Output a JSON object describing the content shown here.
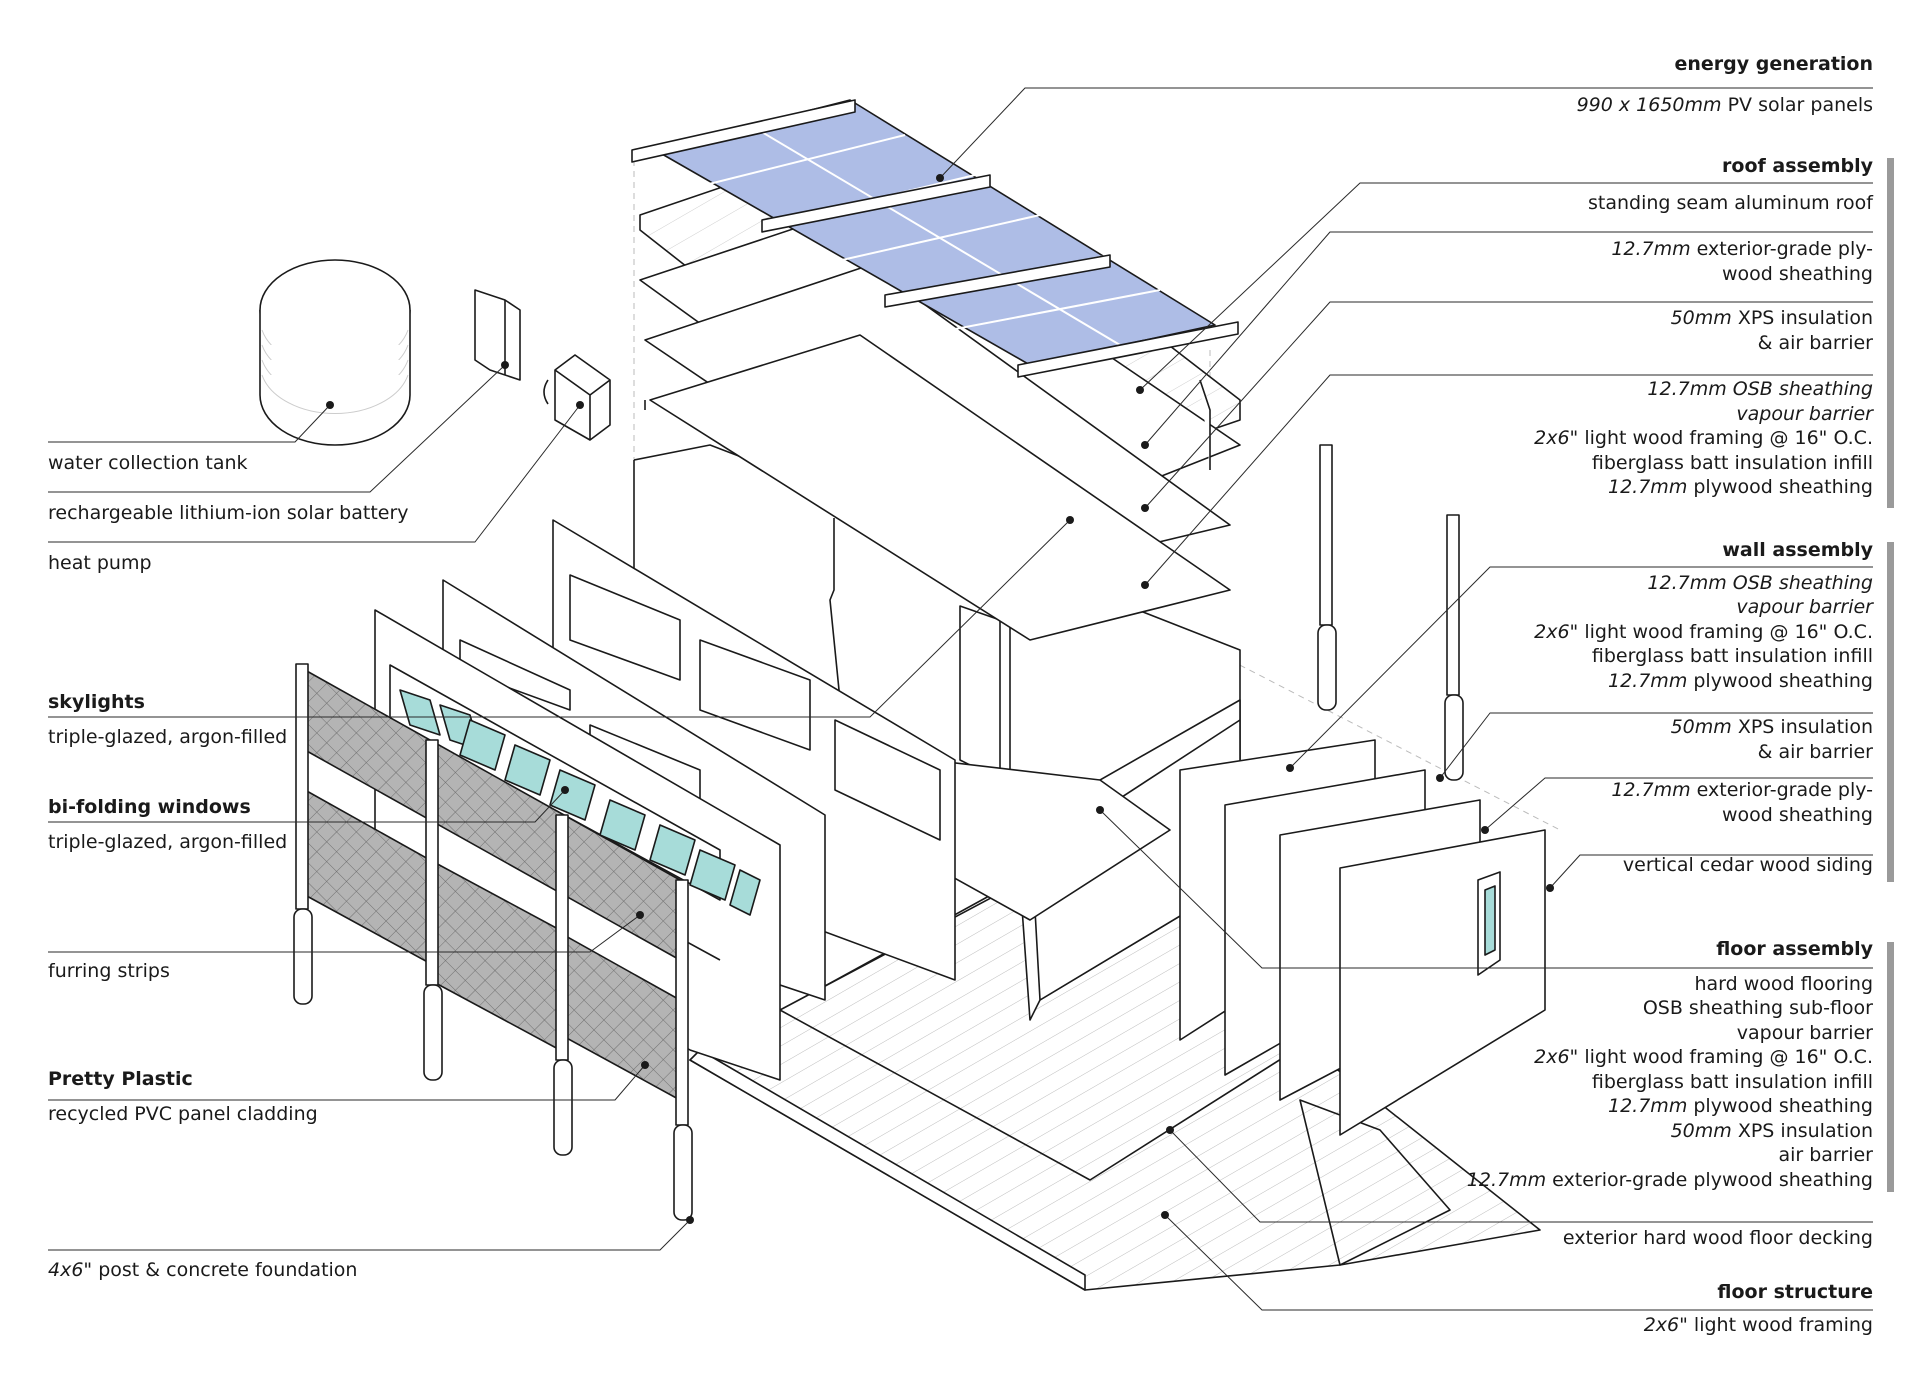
{
  "colors": {
    "line": "#1a1a1a",
    "solar_panel": "#aebde6",
    "glass": "#a7dcd9",
    "cladding": "#a9a9a9",
    "group_bar": "#9a9a9a"
  },
  "labels_right": {
    "energy": {
      "title": "energy generation",
      "items": [
        {
          "pre": "990 x 1650mm",
          "text": " PV solar panels"
        }
      ]
    },
    "roof": {
      "title": "roof assembly",
      "items": [
        {
          "pre": "",
          "text": "standing seam aluminum roof"
        },
        {
          "pre": "12.7mm",
          "text": " exterior-grade ply-"
        },
        {
          "pre": "",
          "text": "wood sheathing"
        },
        {
          "pre": "50mm",
          "text": " XPS insulation"
        },
        {
          "pre": "",
          "text": "& air barrier"
        },
        {
          "pre": "12.7mm OSB sheathing",
          "text": ""
        },
        {
          "pre": "vapour barrier",
          "text": ""
        },
        {
          "pre": "2x6\"",
          "text": " light wood framing @ 16\" O.C."
        },
        {
          "pre": "",
          "text": "fiberglass batt insulation infill"
        },
        {
          "pre": "12.7mm",
          "text": " plywood sheathing"
        }
      ]
    },
    "wall": {
      "title": "wall assembly",
      "items": [
        {
          "pre": "12.7mm OSB sheathing",
          "text": ""
        },
        {
          "pre": "vapour barrier",
          "text": ""
        },
        {
          "pre": "2x6\"",
          "text": " light wood framing @ 16\" O.C."
        },
        {
          "pre": "",
          "text": "fiberglass batt insulation infill"
        },
        {
          "pre": "12.7mm",
          "text": " plywood sheathing"
        },
        {
          "pre": "50mm",
          "text": " XPS insulation"
        },
        {
          "pre": "",
          "text": "& air barrier"
        },
        {
          "pre": "12.7mm",
          "text": " exterior-grade ply-"
        },
        {
          "pre": "",
          "text": "wood sheathing"
        },
        {
          "pre": "",
          "text": "vertical cedar wood siding"
        }
      ]
    },
    "floor": {
      "title": "floor assembly",
      "items": [
        {
          "pre": "",
          "text": "hard wood flooring"
        },
        {
          "pre": "",
          "text": "OSB sheathing sub-floor"
        },
        {
          "pre": "",
          "text": "vapour barrier"
        },
        {
          "pre": "2x6\"",
          "text": " light wood framing @ 16\" O.C."
        },
        {
          "pre": "",
          "text": "fiberglass batt insulation infill"
        },
        {
          "pre": "12.7mm",
          "text": " plywood sheathing"
        },
        {
          "pre": "50mm",
          "text": " XPS insulation"
        },
        {
          "pre": "",
          "text": "air barrier"
        },
        {
          "pre": "12.7mm",
          "text": " exterior-grade plywood sheathing"
        }
      ]
    },
    "decking": {
      "text": "exterior hard wood floor decking"
    },
    "structure": {
      "title": "floor structure",
      "items": [
        {
          "pre": "2x6\"",
          "text": " light wood framing"
        }
      ]
    }
  },
  "labels_left": {
    "tank": "water collection tank",
    "battery": "rechargeable lithium-ion solar battery",
    "heat_pump": "heat pump",
    "skylights": {
      "title": "skylights",
      "desc": "triple-glazed, argon-filled"
    },
    "windows": {
      "title": "bi-folding windows",
      "desc": "triple-glazed, argon-filled"
    },
    "furring": "furring strips",
    "plastic": {
      "title": "Pretty Plastic",
      "desc": "recycled PVC panel cladding"
    },
    "post": {
      "pre": "4x6\"",
      "text": " post & concrete foundation"
    }
  }
}
